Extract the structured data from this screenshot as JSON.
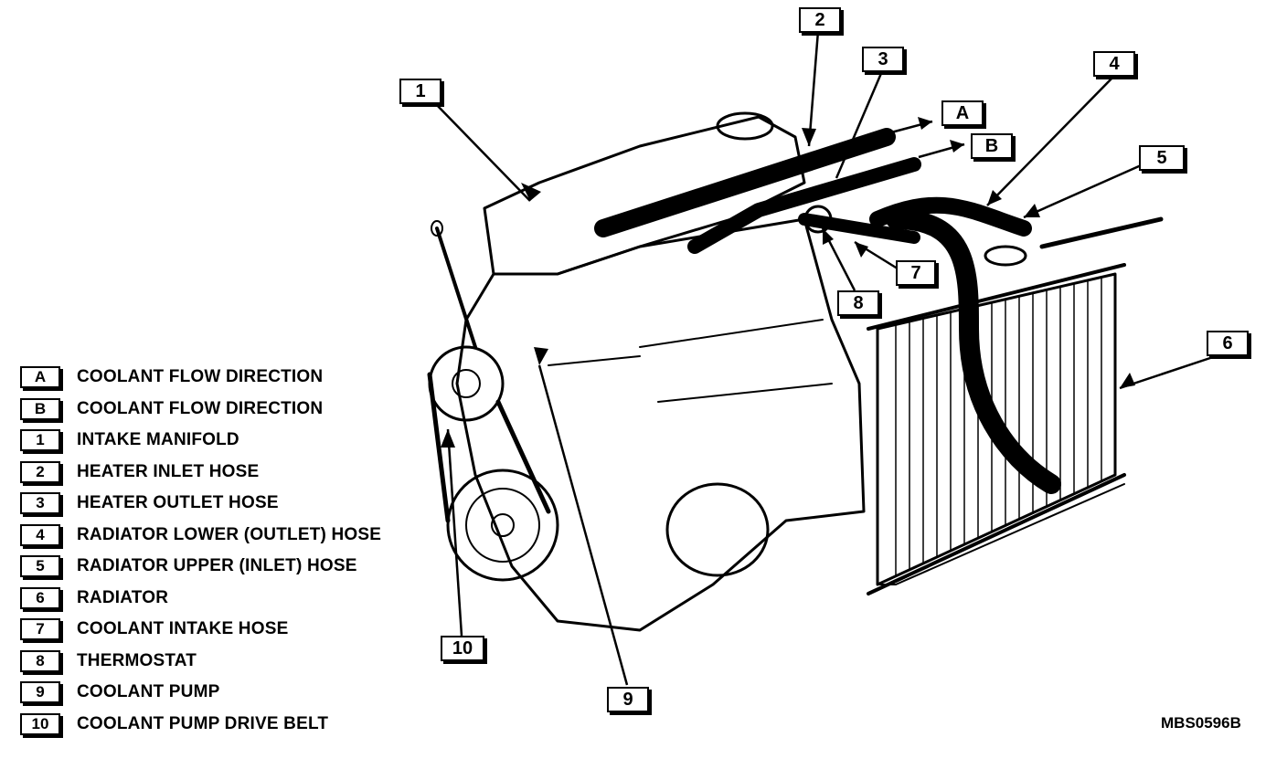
{
  "figure_id": "MBS0596B",
  "legend": [
    {
      "key": "A",
      "text": "COOLANT FLOW DIRECTION"
    },
    {
      "key": "B",
      "text": "COOLANT FLOW DIRECTION"
    },
    {
      "key": "1",
      "text": "INTAKE MANIFOLD"
    },
    {
      "key": "2",
      "text": "HEATER INLET HOSE"
    },
    {
      "key": "3",
      "text": "HEATER OUTLET HOSE"
    },
    {
      "key": "4",
      "text": "RADIATOR LOWER (OUTLET) HOSE"
    },
    {
      "key": "5",
      "text": "RADIATOR UPPER (INLET) HOSE"
    },
    {
      "key": "6",
      "text": "RADIATOR"
    },
    {
      "key": "7",
      "text": "COOLANT INTAKE HOSE"
    },
    {
      "key": "8",
      "text": "THERMOSTAT"
    },
    {
      "key": "9",
      "text": "COOLANT PUMP"
    },
    {
      "key": "10",
      "text": "COOLANT PUMP DRIVE BELT"
    }
  ],
  "callouts": {
    "c1": "1",
    "c2": "2",
    "c3": "3",
    "c4": "4",
    "c5": "5",
    "c6": "6",
    "c7": "7",
    "c8": "8",
    "c9": "9",
    "c10": "10",
    "cA": "A",
    "cB": "B"
  }
}
